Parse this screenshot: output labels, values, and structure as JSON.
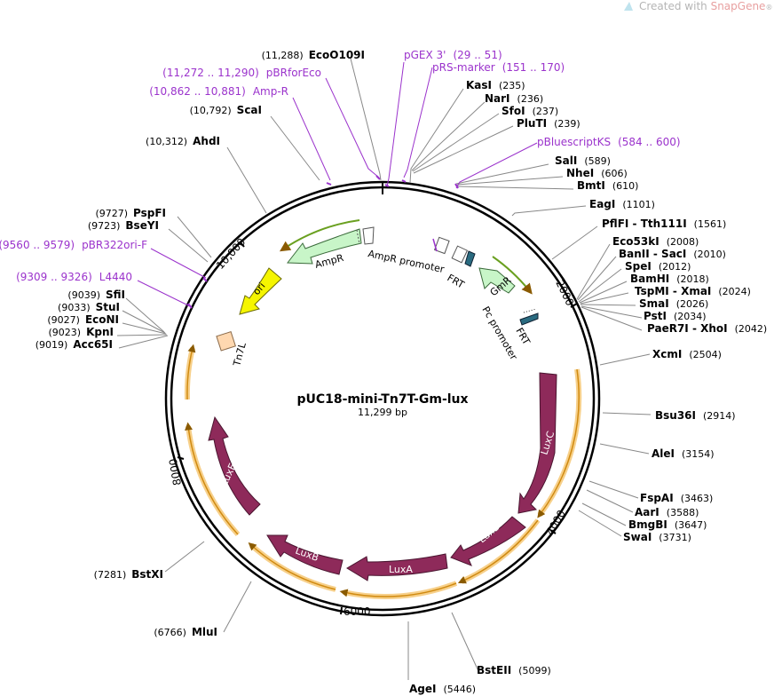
{
  "watermark": {
    "prefix": "Created with ",
    "brand": "SnapGene",
    "reg": "®"
  },
  "plasmid": {
    "name": "pUC18-mini-Tn7T-Gm-lux",
    "length": "11,299 bp"
  },
  "ticks": [
    "2000",
    "4000",
    "6000",
    "8000",
    "10,000"
  ],
  "colors": {
    "primer": "#9b33cc",
    "lux": "#8e2a5a",
    "orf": "#f2b233",
    "ampr": "#c8f5c8",
    "ori": "#f5f500",
    "tn7l": "#ffd8b0",
    "frt": "#2a6b80"
  },
  "sites": [
    {
      "pos": "(11,288)",
      "name": "EcoO109I"
    },
    {
      "pos": "(10,792)",
      "name": "ScaI"
    },
    {
      "pos": "(10,312)",
      "name": "AhdI"
    },
    {
      "pos": "(9727)",
      "name": "PspFI"
    },
    {
      "pos": "(9723)",
      "name": "BseYI"
    },
    {
      "pos": "(9039)",
      "name": "SfiI"
    },
    {
      "pos": "(9033)",
      "name": "StuI"
    },
    {
      "pos": "(9027)",
      "name": "EcoNI"
    },
    {
      "pos": "(9023)",
      "name": "KpnI"
    },
    {
      "pos": "(9019)",
      "name": "Acc65I"
    },
    {
      "pos": "(7281)",
      "name": "BstXI"
    },
    {
      "pos": "(6766)",
      "name": "MluI"
    },
    {
      "name": "KasI",
      "pos": "(235)"
    },
    {
      "name": "NarI",
      "pos": "(236)"
    },
    {
      "name": "SfoI",
      "pos": "(237)"
    },
    {
      "name": "PluTI",
      "pos": "(239)"
    },
    {
      "name": "SalI",
      "pos": "(589)"
    },
    {
      "name": "NheI",
      "pos": "(606)"
    },
    {
      "name": "BmtI",
      "pos": "(610)"
    },
    {
      "name": "EagI",
      "pos": "(1101)"
    },
    {
      "name": "PflFI - Tth111I",
      "pos": "(1561)"
    },
    {
      "name": "Eco53kI",
      "pos": "(2008)"
    },
    {
      "name": "BanII - SacI",
      "pos": "(2010)"
    },
    {
      "name": "SpeI",
      "pos": "(2012)"
    },
    {
      "name": "BamHI",
      "pos": "(2018)"
    },
    {
      "name": "TspMI - XmaI",
      "pos": "(2024)"
    },
    {
      "name": "SmaI",
      "pos": "(2026)"
    },
    {
      "name": "PstI",
      "pos": "(2034)"
    },
    {
      "name": "PaeR7I - XhoI",
      "pos": "(2042)"
    },
    {
      "name": "XcmI",
      "pos": "(2504)"
    },
    {
      "name": "Bsu36I",
      "pos": "(2914)"
    },
    {
      "name": "AleI",
      "pos": "(3154)"
    },
    {
      "name": "FspAI",
      "pos": "(3463)"
    },
    {
      "name": "AarI",
      "pos": "(3588)"
    },
    {
      "name": "BmgBI",
      "pos": "(3647)"
    },
    {
      "name": "SwaI",
      "pos": "(3731)"
    },
    {
      "name": "BstEII",
      "pos": "(5099)"
    },
    {
      "name": "AgeI",
      "pos": "(5446)"
    }
  ],
  "primers": [
    {
      "name": "pGEX 3'",
      "range": "(29 .. 51)"
    },
    {
      "name": "pRS-marker",
      "range": "(151 .. 170)"
    },
    {
      "name": "pBluescriptKS",
      "range": "(584 .. 600)"
    },
    {
      "range": "(11,272 .. 11,290)",
      "name": "pBRforEco"
    },
    {
      "range": "(10,862 .. 10,881)",
      "name": "Amp-R"
    },
    {
      "range": "(9560 .. 9579)",
      "name": "pBR322ori-F"
    },
    {
      "range": "(9309 .. 9326)",
      "name": "L4440"
    }
  ],
  "features": {
    "ampr": "AmpR",
    "ampr_promoter": "AmpR promoter",
    "ori": "ori",
    "tn7l": "Tn7L",
    "frt1": "FRT",
    "frt2": "FRT",
    "gmr": "GmR",
    "pc_promoter": "Pc promoter",
    "luxc": "LuxC",
    "luxd": "LuxD",
    "luxa": "LuxA",
    "luxb": "LuxB",
    "luxe": "LuxE"
  }
}
